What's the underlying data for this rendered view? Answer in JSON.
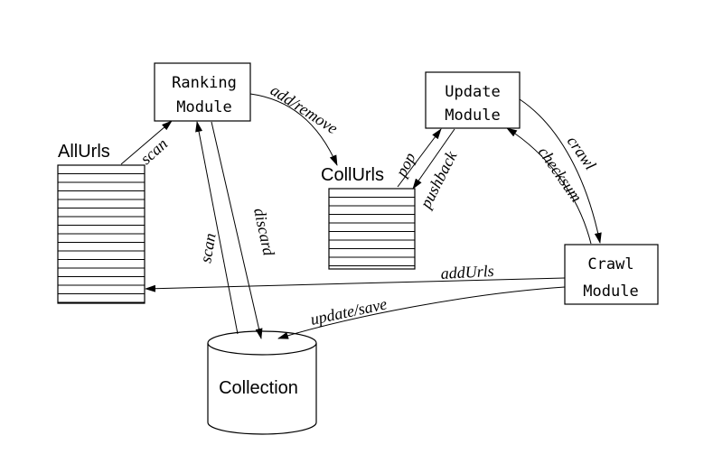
{
  "modules": {
    "ranking": [
      "Ranking",
      "Module"
    ],
    "update": [
      "Update",
      "Module"
    ],
    "crawl": [
      "Crawl",
      "Module"
    ]
  },
  "queues": {
    "allurls": "AllUrls",
    "collurls": "CollUrls"
  },
  "store": {
    "collection": "Collection"
  },
  "edges": {
    "scan_allurls": "scan",
    "add_remove": "add/remove",
    "pop": "pop",
    "pushback": "pushback",
    "crawl": "crawl",
    "checksum": "checksum",
    "add_urls": "addUrls",
    "update_save": "update/save",
    "scan_collection": "scan",
    "discard": "discard"
  }
}
